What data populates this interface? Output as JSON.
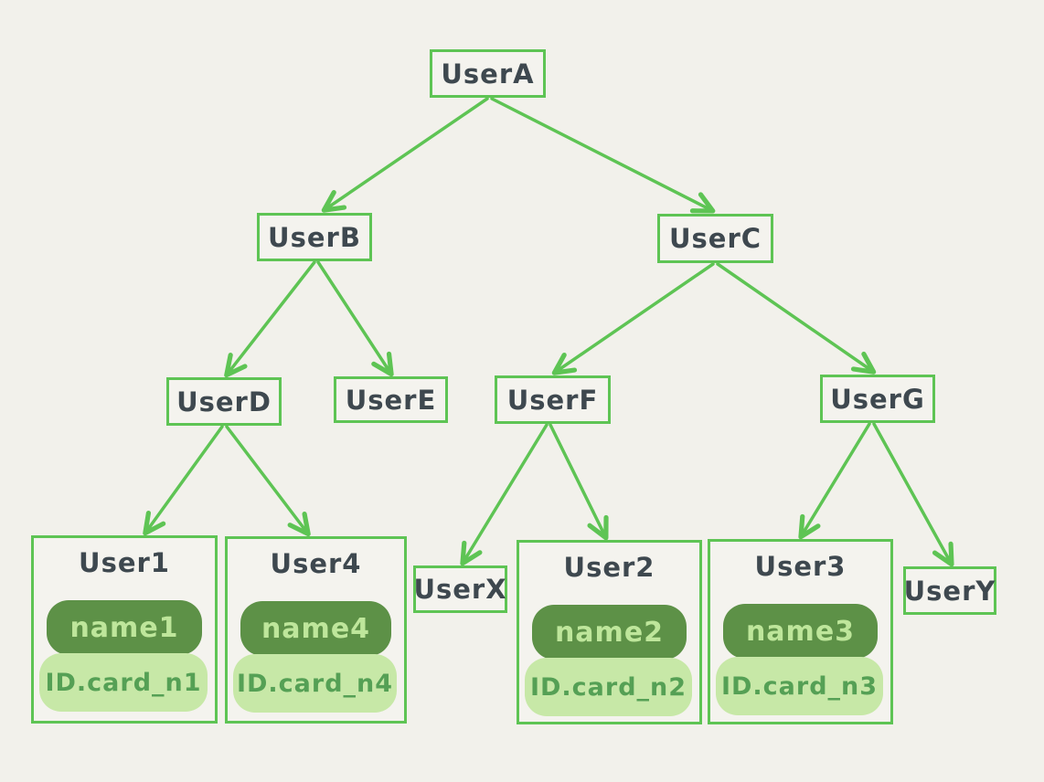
{
  "diagram": {
    "type": "tree",
    "style": "hand-drawn user hierarchy",
    "colors": {
      "background": "#f2f1eb",
      "accent_green": "#5ec454",
      "node_text": "#3e484f",
      "name_pill_bg": "#5d9147",
      "name_pill_text": "#bee69b",
      "id_pill_bg": "#c7e8a7",
      "id_pill_text": "#55a055"
    },
    "edges": [
      {
        "from": "UserA",
        "to": "UserB"
      },
      {
        "from": "UserA",
        "to": "UserC"
      },
      {
        "from": "UserB",
        "to": "UserD"
      },
      {
        "from": "UserB",
        "to": "UserE"
      },
      {
        "from": "UserC",
        "to": "UserF"
      },
      {
        "from": "UserC",
        "to": "UserG"
      },
      {
        "from": "UserD",
        "to": "User1"
      },
      {
        "from": "UserD",
        "to": "User4"
      },
      {
        "from": "UserF",
        "to": "UserX"
      },
      {
        "from": "UserF",
        "to": "User2"
      },
      {
        "from": "UserG",
        "to": "User3"
      },
      {
        "from": "UserG",
        "to": "UserY"
      }
    ]
  },
  "nodes": {
    "userA": {
      "label": "UserA"
    },
    "userB": {
      "label": "UserB"
    },
    "userC": {
      "label": "UserC"
    },
    "userD": {
      "label": "UserD"
    },
    "userE": {
      "label": "UserE"
    },
    "userF": {
      "label": "UserF"
    },
    "userG": {
      "label": "UserG"
    },
    "userX": {
      "label": "UserX"
    },
    "userY": {
      "label": "UserY"
    }
  },
  "cards": {
    "user1": {
      "title": "User1",
      "name": "name1",
      "id": "ID.card_n1"
    },
    "user4": {
      "title": "User4",
      "name": "name4",
      "id": "ID.card_n4"
    },
    "user2": {
      "title": "User2",
      "name": "name2",
      "id": "ID.card_n2"
    },
    "user3": {
      "title": "User3",
      "name": "name3",
      "id": "ID.card_n3"
    }
  }
}
